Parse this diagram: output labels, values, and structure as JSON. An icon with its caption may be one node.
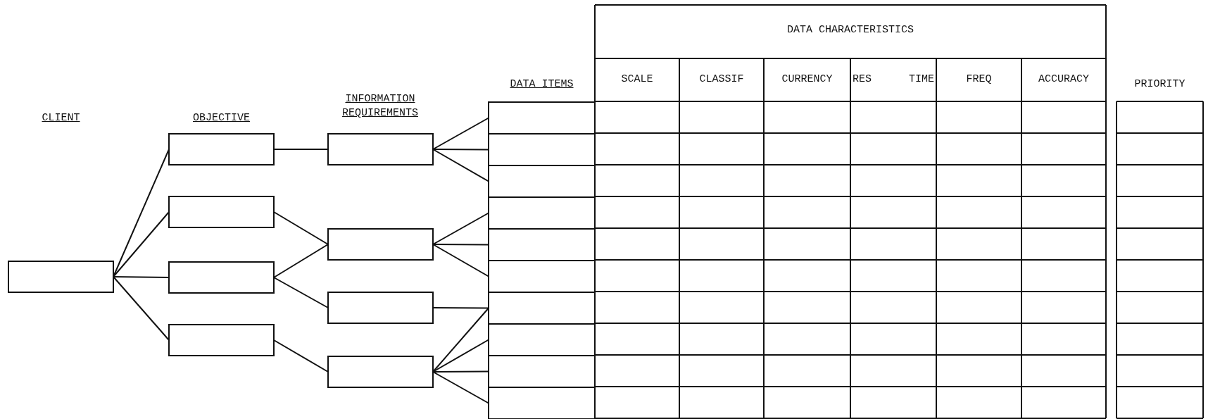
{
  "diagram": {
    "nodes": [
      {
        "text": [],
        "shape": "box"
      },
      {
        "text": [],
        "shape": "box"
      },
      {
        "text": [],
        "shape": "box"
      },
      {
        "text": [],
        "shape": "box"
      },
      {
        "text": [],
        "shape": "box"
      },
      {
        "text": [],
        "shape": "box"
      },
      {
        "text": [],
        "shape": "box"
      },
      {
        "text": [],
        "shape": "box"
      },
      {
        "text": [],
        "shape": "box"
      },
      {
        "text": [],
        "shape": "box"
      },
      {
        "text": [],
        "shape": "box"
      },
      {
        "text": [],
        "shape": "box"
      },
      {
        "text": [],
        "shape": "box"
      },
      {
        "text": [],
        "shape": "box"
      },
      {
        "text": [],
        "shape": "box"
      },
      {
        "text": [],
        "shape": "box"
      },
      {
        "text": [],
        "shape": "box"
      },
      {
        "text": [],
        "shape": "box"
      },
      {
        "text": [],
        "shape": "box"
      }
    ],
    "edges": [
      {
        "from": 0,
        "to": 1,
        "arrow": "none"
      },
      {
        "from": 0,
        "to": 2,
        "arrow": "none"
      },
      {
        "from": 0,
        "to": 3,
        "arrow": "none"
      },
      {
        "from": 0,
        "to": 4,
        "arrow": "none"
      },
      {
        "from": 1,
        "to": 5,
        "arrow": "none"
      },
      {
        "from": 2,
        "to": 6,
        "arrow": "none"
      },
      {
        "from": 3,
        "to": 6,
        "arrow": "none"
      },
      {
        "from": 3,
        "to": 7,
        "arrow": "none"
      },
      {
        "from": 4,
        "to": 8,
        "arrow": "none"
      },
      {
        "from": 5,
        "to": 9,
        "arrow": "none"
      },
      {
        "from": 5,
        "to": 10,
        "arrow": "none"
      },
      {
        "from": 5,
        "to": 11,
        "arrow": "none"
      },
      {
        "from": 6,
        "to": 12,
        "arrow": "none"
      },
      {
        "from": 6,
        "to": 13,
        "arrow": "none"
      },
      {
        "from": 6,
        "to": 14,
        "arrow": "none"
      },
      {
        "from": 7,
        "to": 15,
        "arrow": "none"
      },
      {
        "from": 8,
        "to": 15,
        "arrow": "none"
      },
      {
        "from": 8,
        "to": 16,
        "arrow": "none"
      },
      {
        "from": 8,
        "to": 17,
        "arrow": "none"
      },
      {
        "from": 8,
        "to": 18,
        "arrow": "none"
      }
    ],
    "labels": [
      "DATA CHARACTERISTICS",
      "DATA ITEMS",
      "SCALE",
      "CLASSIF",
      "CURRENCY",
      "RES",
      "TIME",
      "FREQ",
      "ACCURACY",
      "PRIORITY",
      "INFORMATION REQUIREMENTS",
      "CLIENT",
      "OBJECTIVE"
    ]
  }
}
